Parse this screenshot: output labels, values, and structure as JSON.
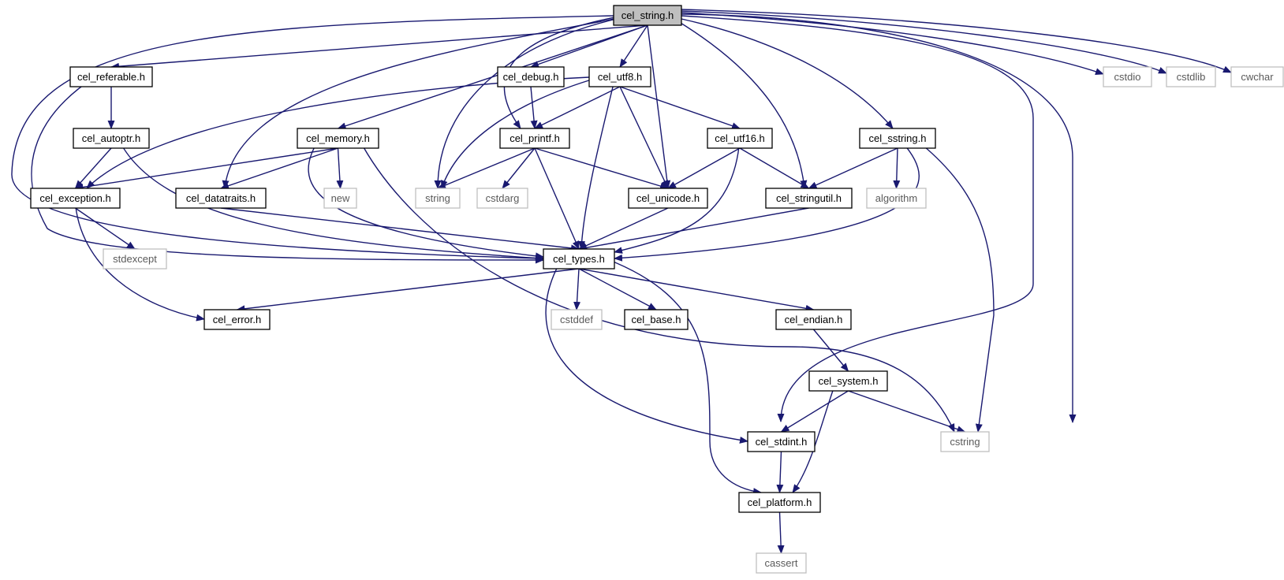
{
  "colors": {
    "edge": "#191970",
    "file_border": "#000000",
    "system_border": "#bfbfbf",
    "root_fill": "#bfbfbf",
    "file_text": "#000000",
    "system_text": "#5a5a5a",
    "background": "#ffffff"
  },
  "nodes": [
    {
      "id": "cel_string",
      "label": "cel_string.h",
      "kind": "root"
    },
    {
      "id": "cel_referable",
      "label": "cel_referable.h",
      "kind": "file"
    },
    {
      "id": "cel_debug",
      "label": "cel_debug.h",
      "kind": "file"
    },
    {
      "id": "cel_utf8",
      "label": "cel_utf8.h",
      "kind": "file"
    },
    {
      "id": "cstdio",
      "label": "cstdio",
      "kind": "system"
    },
    {
      "id": "cstdlib",
      "label": "cstdlib",
      "kind": "system"
    },
    {
      "id": "cwchar",
      "label": "cwchar",
      "kind": "system"
    },
    {
      "id": "cel_autoptr",
      "label": "cel_autoptr.h",
      "kind": "file"
    },
    {
      "id": "cel_memory",
      "label": "cel_memory.h",
      "kind": "file"
    },
    {
      "id": "cel_printf",
      "label": "cel_printf.h",
      "kind": "file"
    },
    {
      "id": "cel_utf16",
      "label": "cel_utf16.h",
      "kind": "file"
    },
    {
      "id": "cel_sstring",
      "label": "cel_sstring.h",
      "kind": "file"
    },
    {
      "id": "cel_exception",
      "label": "cel_exception.h",
      "kind": "file"
    },
    {
      "id": "cel_datatraits",
      "label": "cel_datatraits.h",
      "kind": "file"
    },
    {
      "id": "new",
      "label": "new",
      "kind": "system"
    },
    {
      "id": "string",
      "label": "string",
      "kind": "system"
    },
    {
      "id": "cstdarg",
      "label": "cstdarg",
      "kind": "system"
    },
    {
      "id": "cel_unicode",
      "label": "cel_unicode.h",
      "kind": "file"
    },
    {
      "id": "cel_stringutil",
      "label": "cel_stringutil.h",
      "kind": "file"
    },
    {
      "id": "algorithm",
      "label": "algorithm",
      "kind": "system"
    },
    {
      "id": "stdexcept",
      "label": "stdexcept",
      "kind": "system"
    },
    {
      "id": "cel_types",
      "label": "cel_types.h",
      "kind": "file"
    },
    {
      "id": "cel_error",
      "label": "cel_error.h",
      "kind": "file"
    },
    {
      "id": "cstddef",
      "label": "cstddef",
      "kind": "system"
    },
    {
      "id": "cel_base",
      "label": "cel_base.h",
      "kind": "file"
    },
    {
      "id": "cel_endian",
      "label": "cel_endian.h",
      "kind": "file"
    },
    {
      "id": "cel_system",
      "label": "cel_system.h",
      "kind": "file"
    },
    {
      "id": "cstring",
      "label": "cstring",
      "kind": "system"
    },
    {
      "id": "cel_stdint",
      "label": "cel_stdint.h",
      "kind": "file"
    },
    {
      "id": "cel_platform",
      "label": "cel_platform.h",
      "kind": "file"
    },
    {
      "id": "cassert",
      "label": "cassert",
      "kind": "system"
    }
  ],
  "edges": [
    {
      "from": "cel_string",
      "to": "cel_referable"
    },
    {
      "from": "cel_string",
      "to": "cel_debug"
    },
    {
      "from": "cel_string",
      "to": "cel_utf8"
    },
    {
      "from": "cel_string",
      "to": "cstdio"
    },
    {
      "from": "cel_string",
      "to": "cstdlib"
    },
    {
      "from": "cel_string",
      "to": "cwchar"
    },
    {
      "from": "cel_string",
      "to": "cel_memory"
    },
    {
      "from": "cel_string",
      "to": "cel_printf"
    },
    {
      "from": "cel_string",
      "to": "cel_sstring"
    },
    {
      "from": "cel_string",
      "to": "cel_datatraits"
    },
    {
      "from": "cel_string",
      "to": "string"
    },
    {
      "from": "cel_string",
      "to": "cel_unicode"
    },
    {
      "from": "cel_string",
      "to": "cel_stringutil"
    },
    {
      "from": "cel_string",
      "to": "cel_types"
    },
    {
      "from": "cel_string",
      "to": "cel_stdint"
    },
    {
      "from": "cel_string",
      "to": "cstring"
    },
    {
      "from": "cel_referable",
      "to": "cel_autoptr"
    },
    {
      "from": "cel_referable",
      "to": "cel_types"
    },
    {
      "from": "cel_autoptr",
      "to": "cel_exception"
    },
    {
      "from": "cel_autoptr",
      "to": "cel_types"
    },
    {
      "from": "cel_debug",
      "to": "cel_printf"
    },
    {
      "from": "cel_utf8",
      "to": "cel_printf"
    },
    {
      "from": "cel_utf8",
      "to": "cel_exception"
    },
    {
      "from": "cel_utf8",
      "to": "string"
    },
    {
      "from": "cel_utf8",
      "to": "cel_types"
    },
    {
      "from": "cel_utf8",
      "to": "cel_unicode"
    },
    {
      "from": "cel_utf8",
      "to": "cel_utf16"
    },
    {
      "from": "cel_memory",
      "to": "cel_exception"
    },
    {
      "from": "cel_memory",
      "to": "cel_datatraits"
    },
    {
      "from": "cel_memory",
      "to": "new"
    },
    {
      "from": "cel_memory",
      "to": "cel_types"
    },
    {
      "from": "cel_memory",
      "to": "cstring"
    },
    {
      "from": "cel_printf",
      "to": "string"
    },
    {
      "from": "cel_printf",
      "to": "cstdarg"
    },
    {
      "from": "cel_printf",
      "to": "cel_types"
    },
    {
      "from": "cel_printf",
      "to": "cel_unicode"
    },
    {
      "from": "cel_utf16",
      "to": "cel_unicode"
    },
    {
      "from": "cel_utf16",
      "to": "cel_stringutil"
    },
    {
      "from": "cel_utf16",
      "to": "cel_types"
    },
    {
      "from": "cel_sstring",
      "to": "cel_stringutil"
    },
    {
      "from": "cel_sstring",
      "to": "algorithm"
    },
    {
      "from": "cel_sstring",
      "to": "cel_types"
    },
    {
      "from": "cel_sstring",
      "to": "cstring"
    },
    {
      "from": "cel_exception",
      "to": "stdexcept"
    },
    {
      "from": "cel_exception",
      "to": "cel_error"
    },
    {
      "from": "cel_datatraits",
      "to": "cel_types"
    },
    {
      "from": "cel_unicode",
      "to": "cel_types"
    },
    {
      "from": "cel_stringutil",
      "to": "cel_types"
    },
    {
      "from": "cel_types",
      "to": "cel_error"
    },
    {
      "from": "cel_types",
      "to": "cstddef"
    },
    {
      "from": "cel_types",
      "to": "cel_base"
    },
    {
      "from": "cel_types",
      "to": "cel_endian"
    },
    {
      "from": "cel_types",
      "to": "cel_stdint"
    },
    {
      "from": "cel_types",
      "to": "cel_platform"
    },
    {
      "from": "cel_endian",
      "to": "cel_system"
    },
    {
      "from": "cel_system",
      "to": "cel_stdint"
    },
    {
      "from": "cel_system",
      "to": "cel_platform"
    },
    {
      "from": "cel_system",
      "to": "cstring"
    },
    {
      "from": "cel_stdint",
      "to": "cel_platform"
    },
    {
      "from": "cel_platform",
      "to": "cassert"
    }
  ]
}
